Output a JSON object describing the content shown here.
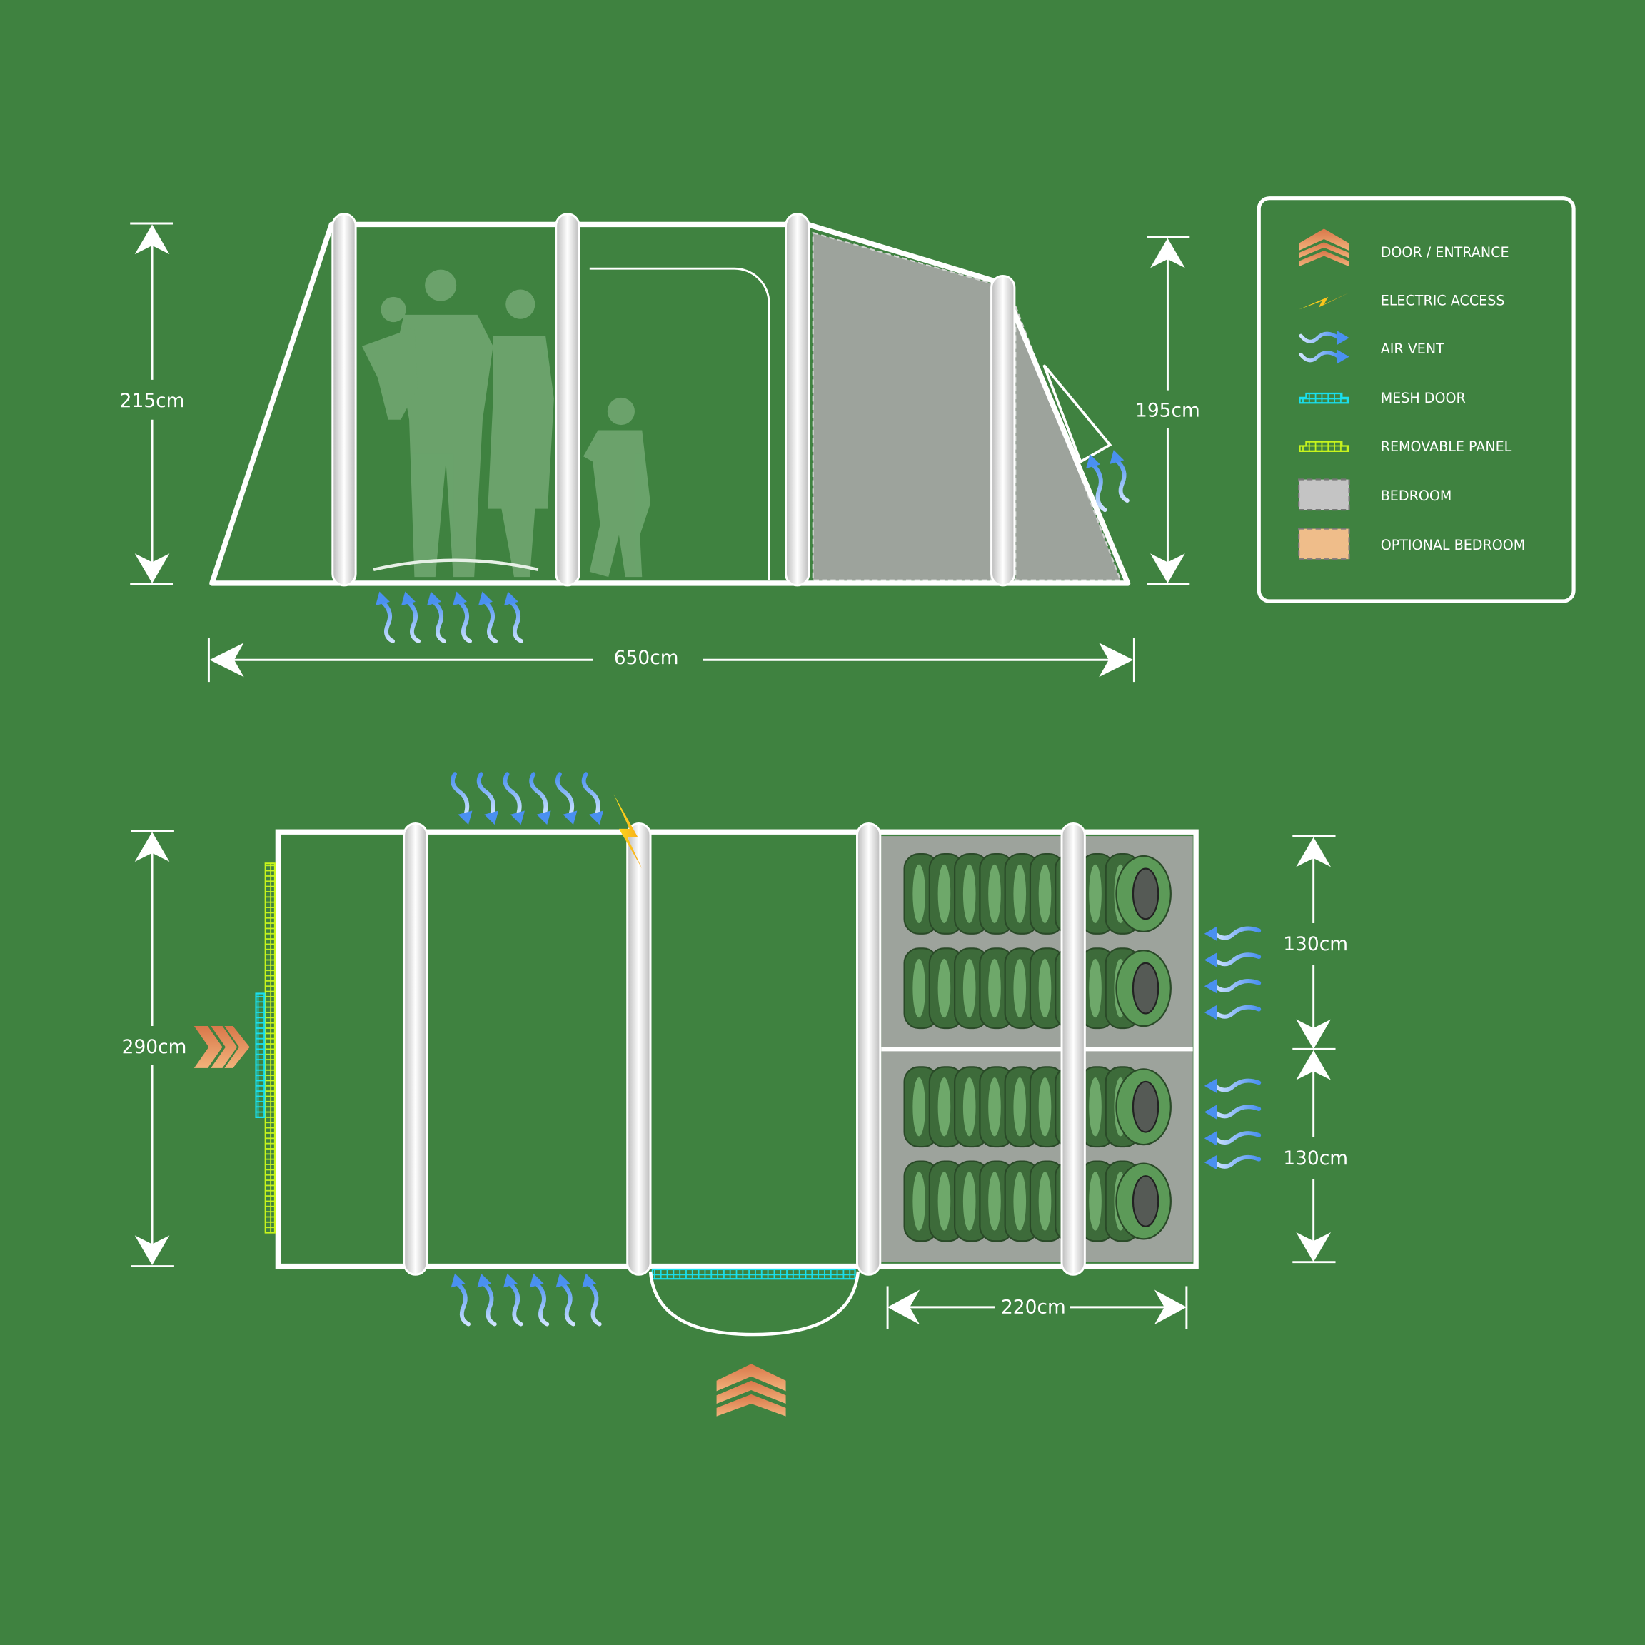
{
  "colors": {
    "background": "#3f8240",
    "outline": "#ffffff",
    "bedroom": "#9da39c",
    "door": "#e8875a",
    "electric": "#fbbf1a",
    "vent": "#5a9cf0",
    "mesh": "#19e0f0",
    "panel": "#c8f51c",
    "optional_bedroom": "#efbd8a"
  },
  "side_view": {
    "height_front": "215cm",
    "height_rear": "195cm",
    "length": "650cm"
  },
  "floor_plan": {
    "width": "290cm",
    "bedroom_a": "130cm",
    "bedroom_b": "130cm",
    "bedroom_length": "220cm"
  },
  "legend": {
    "items": [
      {
        "icon": "door-icon",
        "label": "DOOR / ENTRANCE"
      },
      {
        "icon": "electric-icon",
        "label": "ELECTRIC ACCESS"
      },
      {
        "icon": "air-vent-icon",
        "label": "AIR VENT"
      },
      {
        "icon": "mesh-door-icon",
        "label": "MESH DOOR"
      },
      {
        "icon": "removable-panel-icon",
        "label": "REMOVABLE PANEL"
      },
      {
        "icon": "bedroom-icon",
        "label": "BEDROOM"
      },
      {
        "icon": "optional-bedroom-icon",
        "label": "OPTIONAL BEDROOM"
      }
    ]
  }
}
